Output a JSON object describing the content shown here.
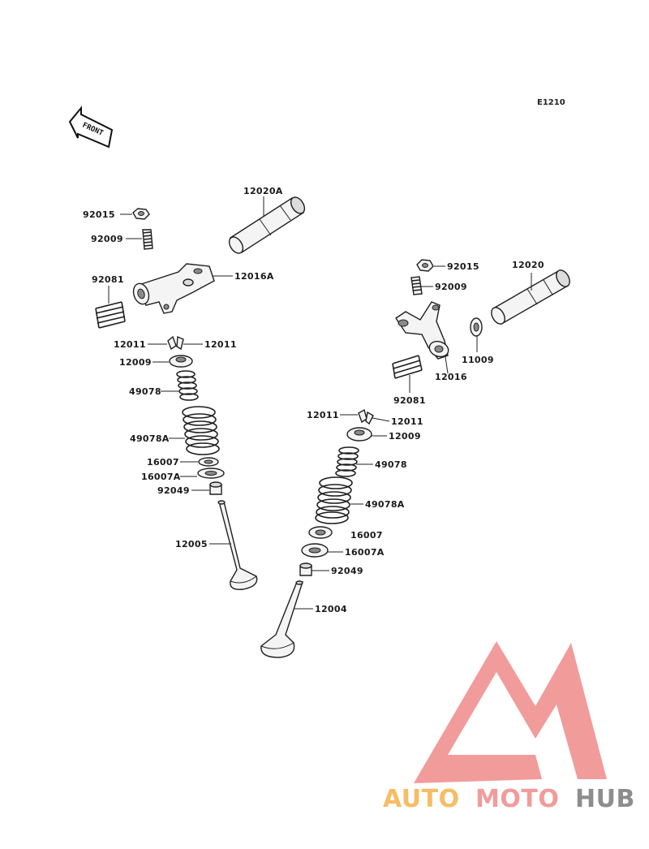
{
  "diagram_code": "E1210",
  "front_label": "FRONT",
  "logo": {
    "part1": "AUTO",
    "part2": "MOTO",
    "part3": "HUB",
    "color_orange": "#f6b14a",
    "color_red": "#f08a8a",
    "color_gray": "#7a7a7a"
  },
  "labels": {
    "p92015_left": "92015",
    "p92009_left": "92009",
    "p12020A": "12020A",
    "p92081_left": "92081",
    "p12016A": "12016A",
    "p12011_left_a": "12011",
    "p12011_left_b": "12011",
    "p12009_left": "12009",
    "p49078_left": "49078",
    "p49078A_left": "49078A",
    "p16007_left": "16007",
    "p16007A_left": "16007A",
    "p92049_left": "92049",
    "p12005": "12005",
    "p92015_right": "92015",
    "p92009_right": "92009",
    "p12020": "12020",
    "p11009": "11009",
    "p12016": "12016",
    "p92081_right": "92081",
    "p12011_right_a": "12011",
    "p12011_right_b": "12011",
    "p12009_right": "12009",
    "p49078_right": "49078",
    "p49078A_right": "49078A",
    "p16007_right": "16007",
    "p16007A_right": "16007A",
    "p92049_right": "92049",
    "p12004": "12004"
  }
}
